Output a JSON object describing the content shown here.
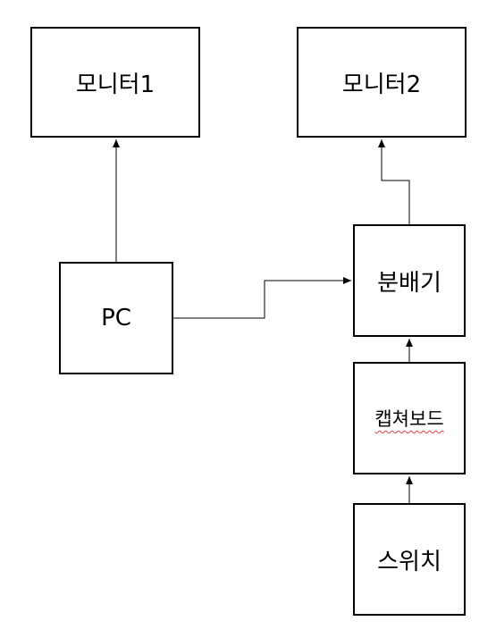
{
  "nodes": {
    "monitor1": {
      "label": "모니터1"
    },
    "monitor2": {
      "label": "모니터2"
    },
    "pc": {
      "label": "PC"
    },
    "splitter": {
      "label": "분배기"
    },
    "capture_board": {
      "label": "캡쳐보드"
    },
    "switch": {
      "label": "스위치"
    }
  },
  "connections": [
    {
      "from": "pc",
      "to": "monitor1"
    },
    {
      "from": "pc",
      "to": "splitter"
    },
    {
      "from": "splitter",
      "to": "monitor2"
    },
    {
      "from": "capture_board",
      "to": "splitter"
    },
    {
      "from": "switch",
      "to": "capture_board"
    }
  ],
  "colors": {
    "stroke": "#000000",
    "background": "#ffffff",
    "spellcheck_underline": "#e04040"
  }
}
